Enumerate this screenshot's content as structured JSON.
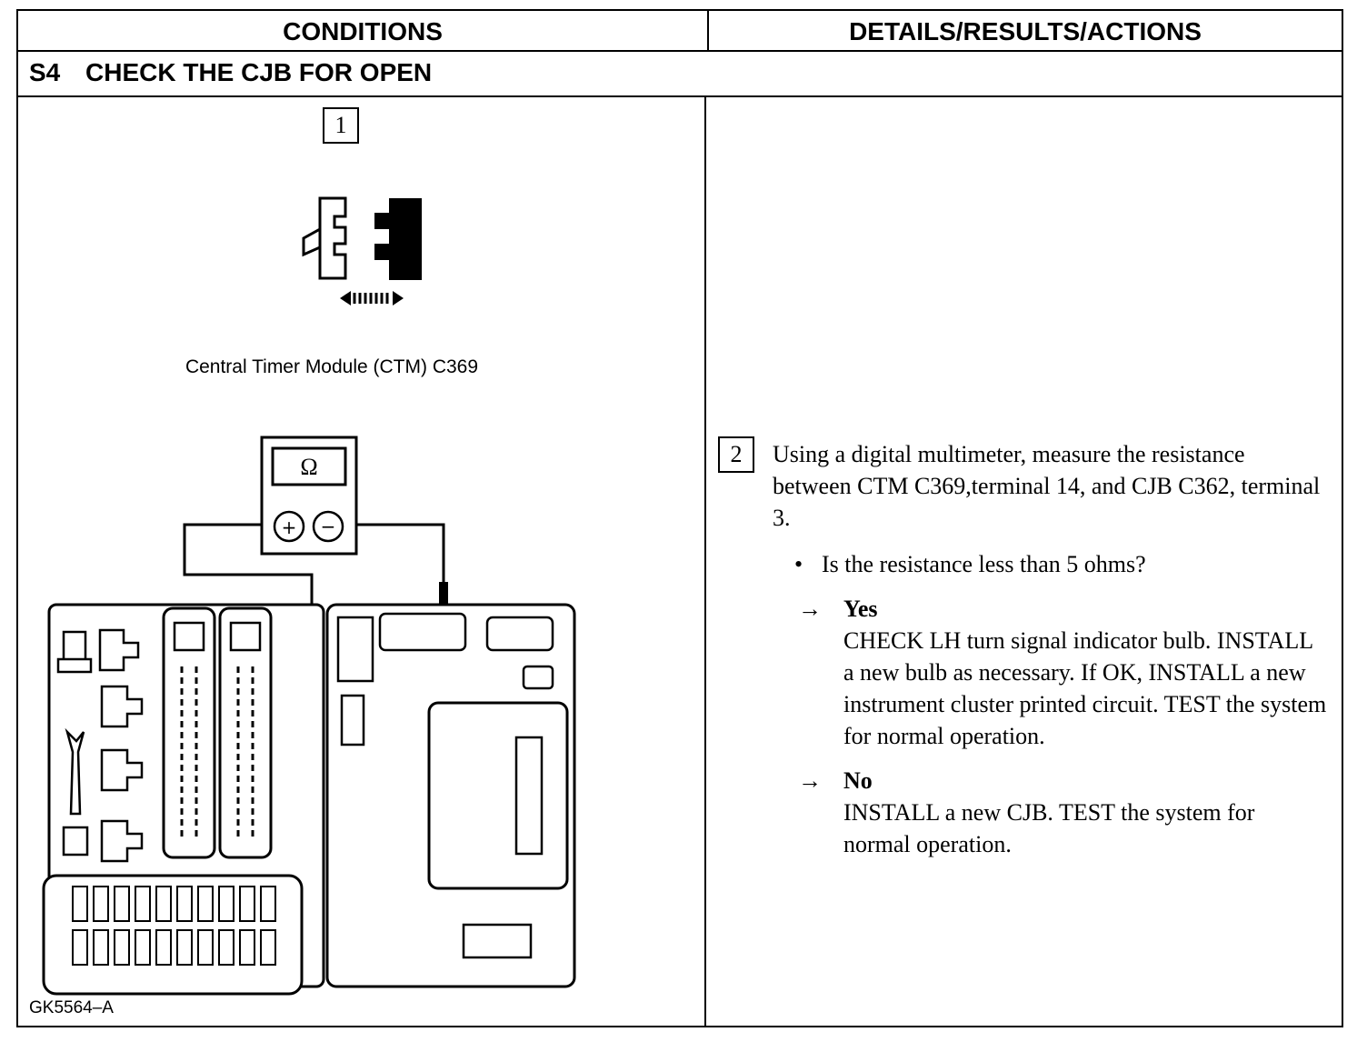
{
  "table": {
    "col_conditions": "CONDITIONS",
    "col_details": "DETAILS/RESULTS/ACTIONS",
    "step_code": "S4",
    "step_title": "CHECK THE CJB FOR OPEN"
  },
  "step1": {
    "number": "1",
    "caption": "Central Timer Module (CTM) C369"
  },
  "step2": {
    "number": "2",
    "meter_symbol": "Ω",
    "meter_plus": "+",
    "meter_minus": "−",
    "instruction": "Using a digital multimeter, measure the resistance between CTM C369,terminal 14, and CJB C362, terminal 3.",
    "question": "Is the resistance less than 5 ohms?",
    "yes": {
      "arrow": "→",
      "label": "Yes",
      "text": "CHECK LH turn signal indicator bulb. INSTALL a new bulb as necessary. If OK, INSTALL a new instrument cluster printed circuit. TEST the system for normal operation."
    },
    "no": {
      "arrow": "→",
      "label": "No",
      "text": "INSTALL a new CJB. TEST the system for normal operation."
    }
  },
  "figure_code": "GK5564–A"
}
